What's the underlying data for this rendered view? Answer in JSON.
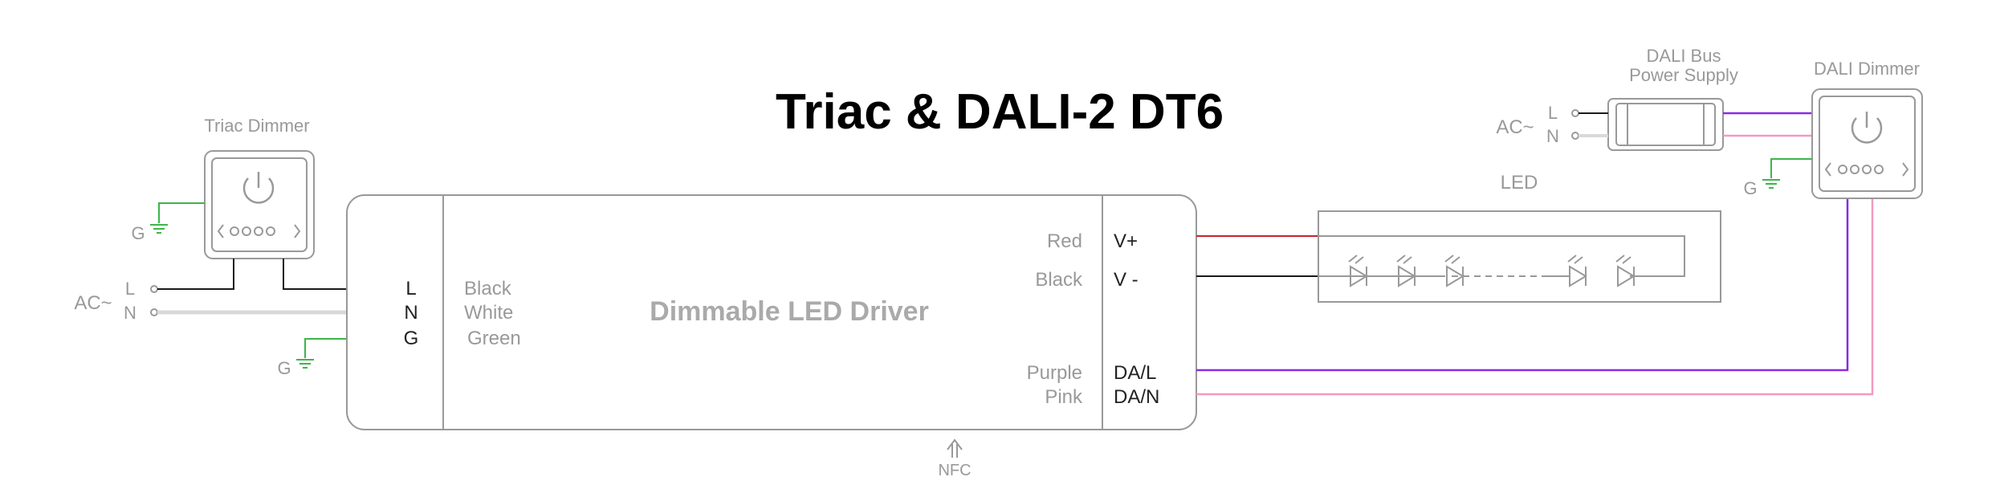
{
  "title": "Triac & DALI-2  DT6",
  "triac_dimmer": {
    "label": "Triac Dimmer",
    "ground": "G",
    "ac_label": "AC~",
    "l": "L",
    "n": "N",
    "ground2": "G"
  },
  "driver": {
    "name": "Dimmable LED Driver",
    "input_terminals": [
      "L",
      "N",
      "G"
    ],
    "input_wire_colors": [
      "Black",
      "White",
      "Green"
    ],
    "output_wire_colors": [
      "Red",
      "Black",
      "Purple",
      "Pink"
    ],
    "output_terminals": [
      "V+",
      "V -",
      "DA/L",
      "DA/N"
    ],
    "nfc": "NFC"
  },
  "led": {
    "label": "LED"
  },
  "dali_bus_power_supply": {
    "label_line1": "DALI Bus",
    "label_line2": "Power Supply",
    "ac_label": "AC~",
    "l": "L",
    "n": "N"
  },
  "dali_dimmer": {
    "label": "DALI Dimmer",
    "ground": "G"
  },
  "colors": {
    "outline": "#999999",
    "red_wire": "#c0272d",
    "black_wire": "#1a1a1a",
    "purple_wire": "#8a2be2",
    "pink_wire": "#f29ac2",
    "green_wire": "#3db54a",
    "white_wire": "#d9d9d9"
  }
}
